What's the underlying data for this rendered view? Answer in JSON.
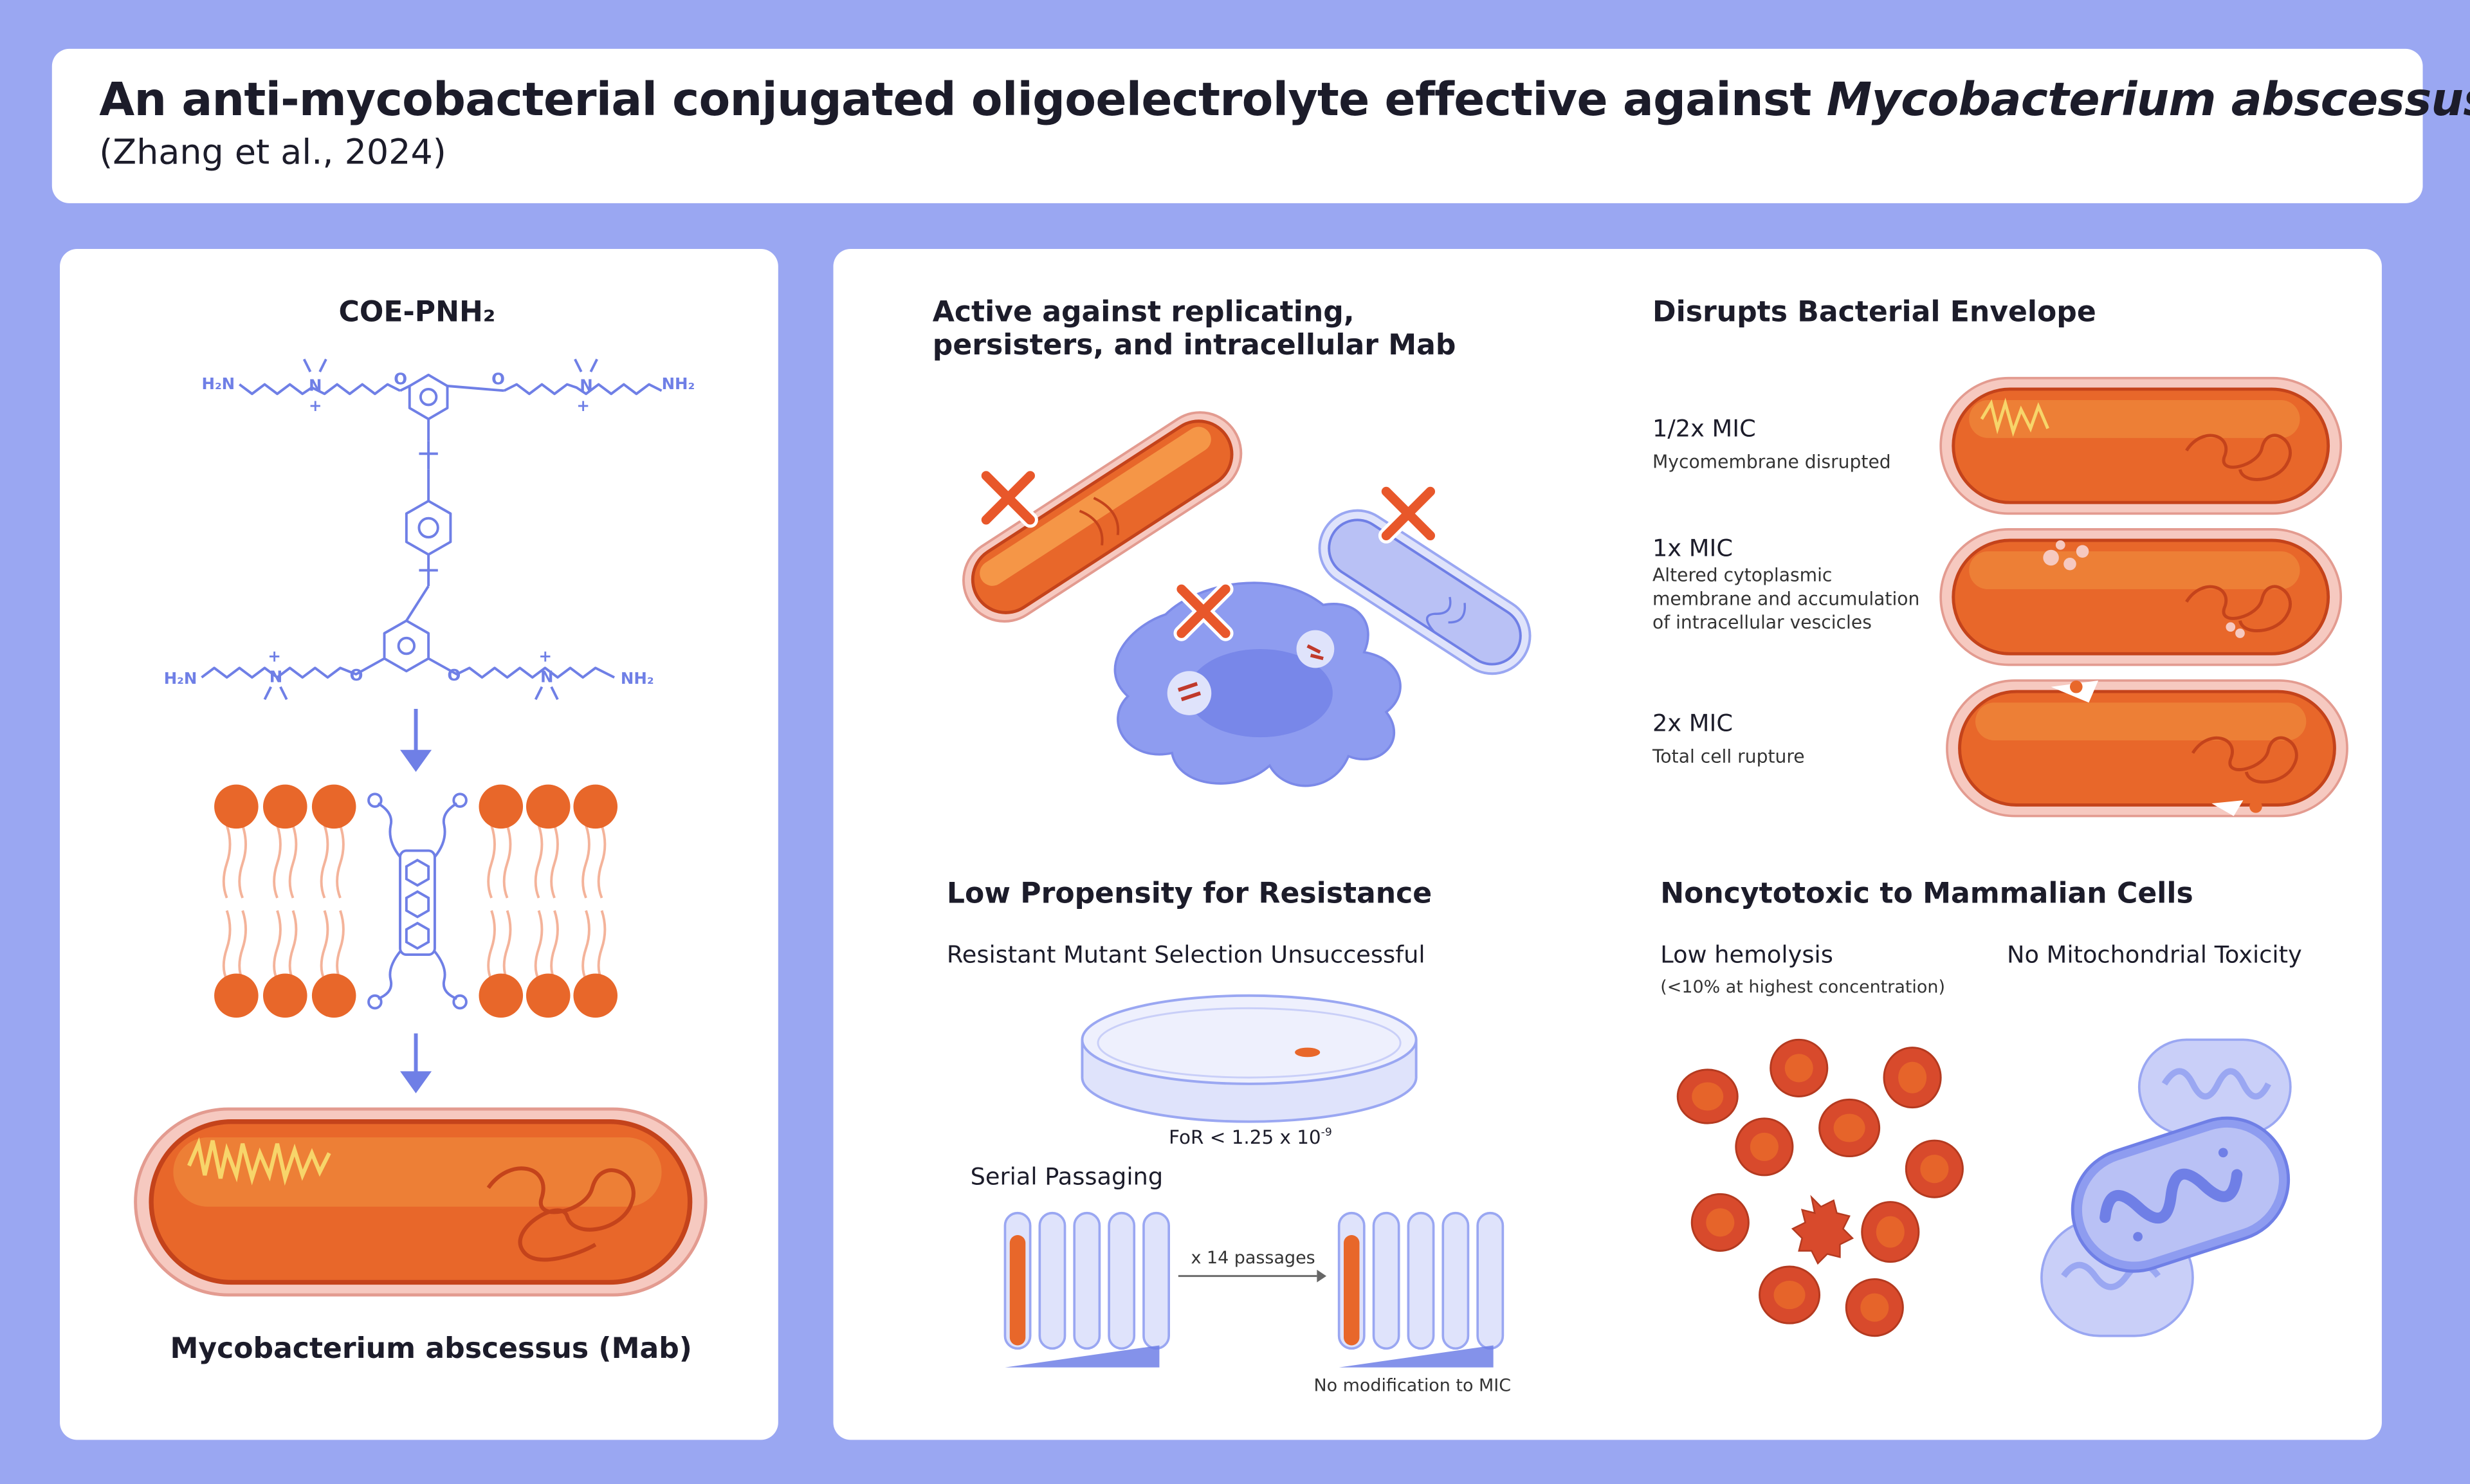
{
  "title": {
    "main_prefix": "An anti-mycobacterial conjugated oligoelectrolyte effective against ",
    "main_italic": "Mycobacterium abscessus",
    "citation": "(Zhang et al., 2024)"
  },
  "left": {
    "compound": "COE-PNH₂",
    "organism": "Mycobacterium abscessus (Mab)",
    "chem_labels": [
      "H₂N",
      "NH₂",
      "H₂N",
      "NH₂",
      "N",
      "N",
      "N",
      "N",
      "O",
      "O",
      "O",
      "O",
      "+",
      "+",
      "+",
      "+"
    ]
  },
  "active": {
    "heading_line1": "Active against replicating,",
    "heading_line2": "persisters, and intracellular Mab"
  },
  "envelope": {
    "heading": "Disrupts Bacterial Envelope",
    "rows": [
      {
        "mic": "1/2x  MIC",
        "desc": [
          "Mycomembrane disrupted"
        ]
      },
      {
        "mic": "1x  MIC",
        "desc": [
          "Altered cytoplasmic",
          "membrane and accumulation",
          "of intracellular vescicles"
        ]
      },
      {
        "mic": "2x  MIC",
        "desc": [
          "Total cell rupture"
        ]
      }
    ]
  },
  "resistance": {
    "heading": "Low Propensity for Resistance",
    "subtitle": "Resistant Mutant Selection Unsuccessful",
    "for_value": "FoR < 1.25 x 10",
    "for_exp": "-9",
    "serial": "Serial Passaging",
    "passages": "x 14 passages",
    "no_mod": "No modification to MIC"
  },
  "noncyto": {
    "heading": "Noncytotoxic to Mammalian Cells",
    "hemolysis": "Low hemolysis",
    "hemolysis_note": "(<10% at highest concentration)",
    "mito": "No Mitochondrial Toxicity"
  },
  "colors": {
    "background": "#9aa7f2",
    "bacteria_orange": "#e8672a",
    "chem_blue": "#6f7fe6",
    "cross_red": "#e8572a",
    "rbc_red": "#d84a2c"
  }
}
